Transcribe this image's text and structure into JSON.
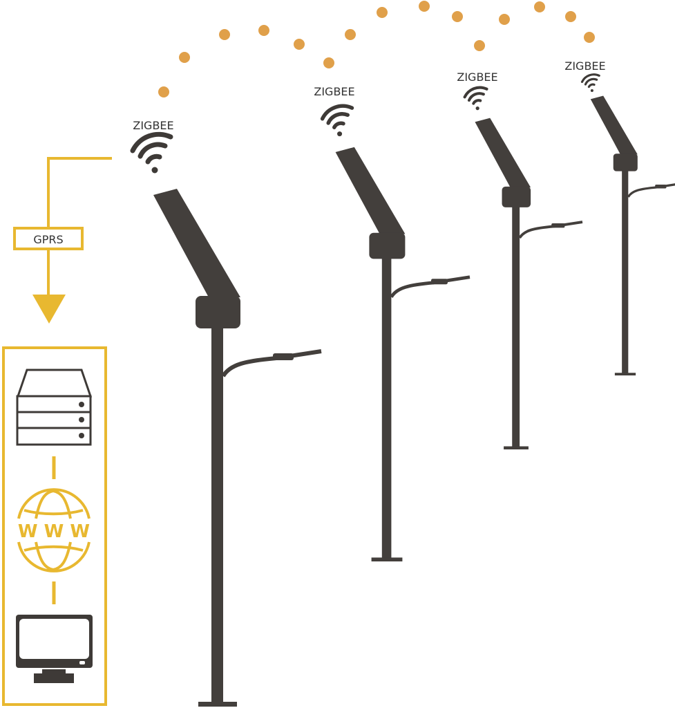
{
  "colors": {
    "accent": "#E8B830",
    "dots": "#E0A04A",
    "pole": "#433F3C",
    "icon": "#3E3A37"
  },
  "poles": [
    {
      "label": "ZIGBEE"
    },
    {
      "label": "ZIGBEE"
    },
    {
      "label": "ZIGBEE"
    },
    {
      "label": "ZIGBEE"
    }
  ],
  "link": {
    "label": "GPRS"
  },
  "panel": {
    "server_icon": "server-icon",
    "globe_text": "W W W",
    "monitor_icon": "monitor-icon"
  }
}
